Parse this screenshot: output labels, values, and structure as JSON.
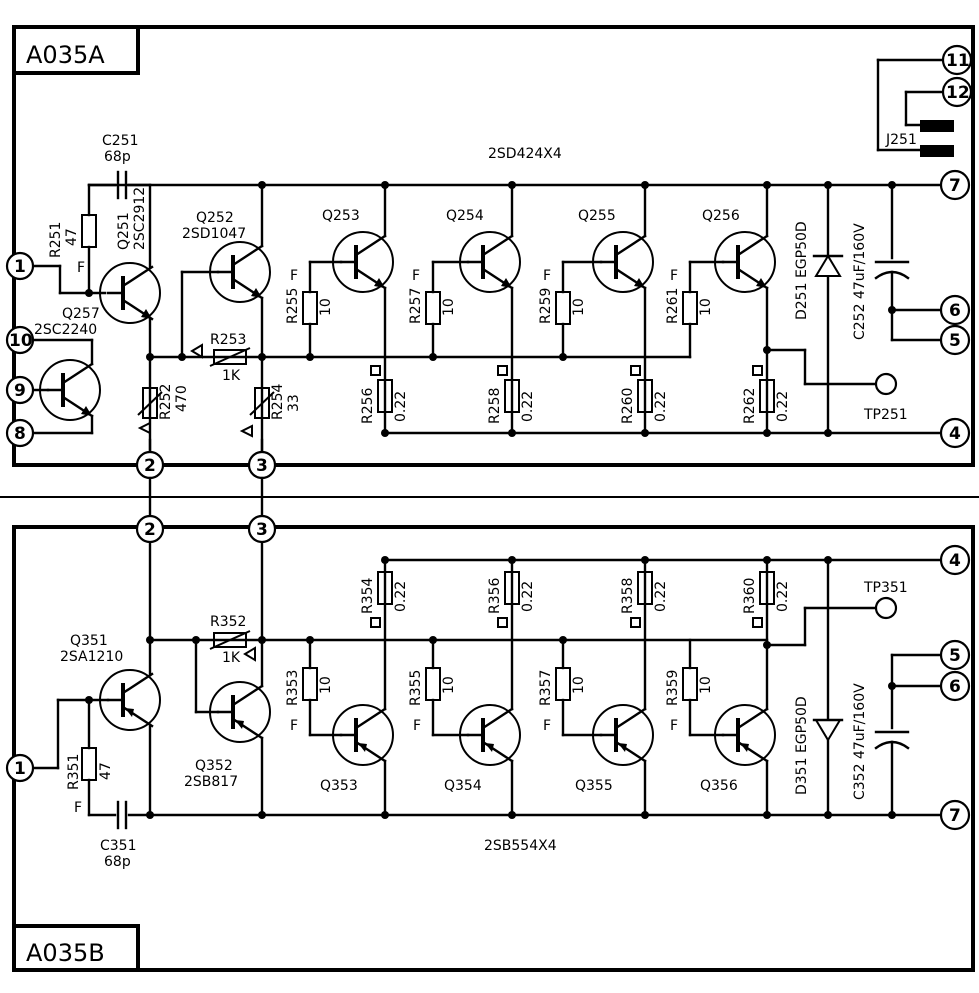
{
  "boards": {
    "top": {
      "name": "A035A"
    },
    "bottom": {
      "name": "A035B"
    }
  },
  "top": {
    "transistor_array": "2SD424X4",
    "c251": {
      "ref": "C251",
      "value": "68p"
    },
    "r251": {
      "ref": "R251",
      "value": "47"
    },
    "q251": {
      "ref": "Q251",
      "part": "2SC2912"
    },
    "q252": {
      "ref": "Q252",
      "part": "2SD1047"
    },
    "q257": {
      "ref": "Q257",
      "part": "2SC2240"
    },
    "r252": {
      "ref": "R252",
      "value": "470"
    },
    "r253": {
      "ref": "R253",
      "value": "1K"
    },
    "r254": {
      "ref": "R254",
      "value": "33"
    },
    "out_q": [
      "Q253",
      "Q254",
      "Q255",
      "Q256"
    ],
    "base_r": [
      {
        "ref": "R255",
        "value": "10"
      },
      {
        "ref": "R257",
        "value": "10"
      },
      {
        "ref": "R259",
        "value": "10"
      },
      {
        "ref": "R261",
        "value": "10"
      }
    ],
    "emit_r": [
      {
        "ref": "R256",
        "value": "0.22"
      },
      {
        "ref": "R258",
        "value": "0.22"
      },
      {
        "ref": "R260",
        "value": "0.22"
      },
      {
        "ref": "R262",
        "value": "0.22"
      }
    ],
    "diode": "D251 EGP50D",
    "cap": "C252 47uF/160V",
    "tp": "TP251",
    "jack": "J251"
  },
  "bottom": {
    "transistor_array": "2SB554X4",
    "c351": {
      "ref": "C351",
      "value": "68p"
    },
    "r351": {
      "ref": "R351",
      "value": "47"
    },
    "q351": {
      "ref": "Q351",
      "part": "2SA1210"
    },
    "q352": {
      "ref": "Q352",
      "part": "2SB817"
    },
    "r352": {
      "ref": "R352",
      "value": "1K"
    },
    "out_q": [
      "Q353",
      "Q354",
      "Q355",
      "Q356"
    ],
    "base_r": [
      {
        "ref": "R353",
        "value": "10"
      },
      {
        "ref": "R355",
        "value": "10"
      },
      {
        "ref": "R357",
        "value": "10"
      },
      {
        "ref": "R359",
        "value": "10"
      }
    ],
    "emit_r": [
      {
        "ref": "R354",
        "value": "0.22"
      },
      {
        "ref": "R356",
        "value": "0.22"
      },
      {
        "ref": "R358",
        "value": "0.22"
      },
      {
        "ref": "R360",
        "value": "0.22"
      }
    ],
    "diode": "D351 EGP50D",
    "cap": "C352 47uF/160V",
    "tp": "TP351"
  },
  "pins": {
    "p1": "1",
    "p2": "2",
    "p3": "3",
    "p4": "4",
    "p5": "5",
    "p6": "6",
    "p7": "7",
    "p8": "8",
    "p9": "9",
    "p10": "10",
    "p11": "11",
    "p12": "12"
  },
  "marks": {
    "fuse": "F"
  }
}
